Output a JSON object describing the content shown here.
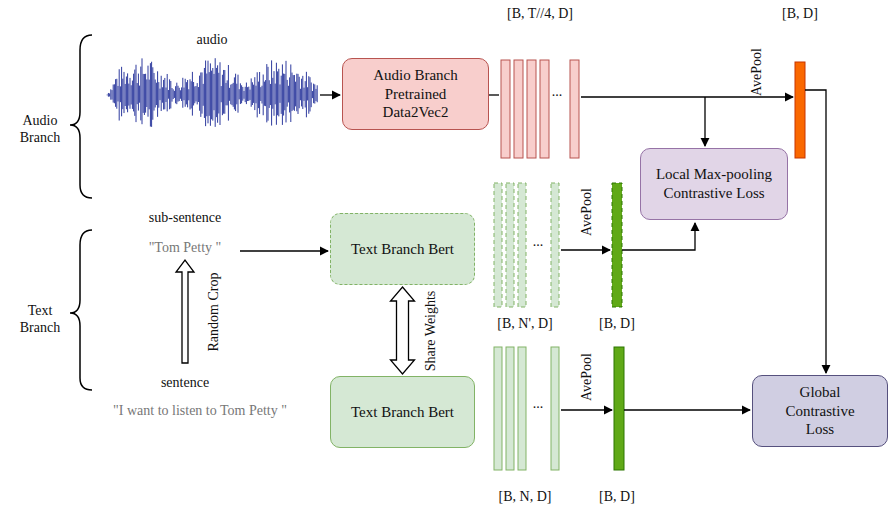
{
  "diagram": {
    "nodes": [
      {
        "text": [
          "Audio Branch Pretrained Data2Vec2"
        ]
      },
      {
        "text": [
          "Local Max-pooling Contrastive Loss"
        ]
      },
      {
        "text": [
          "Text Branch Bert"
        ]
      },
      {
        "text": [
          "Text Branch Bert"
        ]
      },
      {
        "text": [
          "Global Contrastive Loss"
        ]
      }
    ],
    "edges": [
      {
        "from": 2,
        "to": 3,
        "arrow": "both",
        "label": "Share Weights"
      }
    ],
    "labels": [
      "Audio Branch",
      "audio",
      "[B, T//4, D]",
      "...",
      "[B, D]",
      "AvePool",
      "Text Branch",
      "sub-sentence",
      "\"Tom Petty \"",
      "Random Crop",
      "sentence",
      "\"I want to listen to Tom Petty \"",
      "...",
      "AvePool",
      "[B, N', D]",
      "[B, D]",
      "...",
      "AvePool",
      "[B, N, D]",
      "[B, D]"
    ]
  }
}
